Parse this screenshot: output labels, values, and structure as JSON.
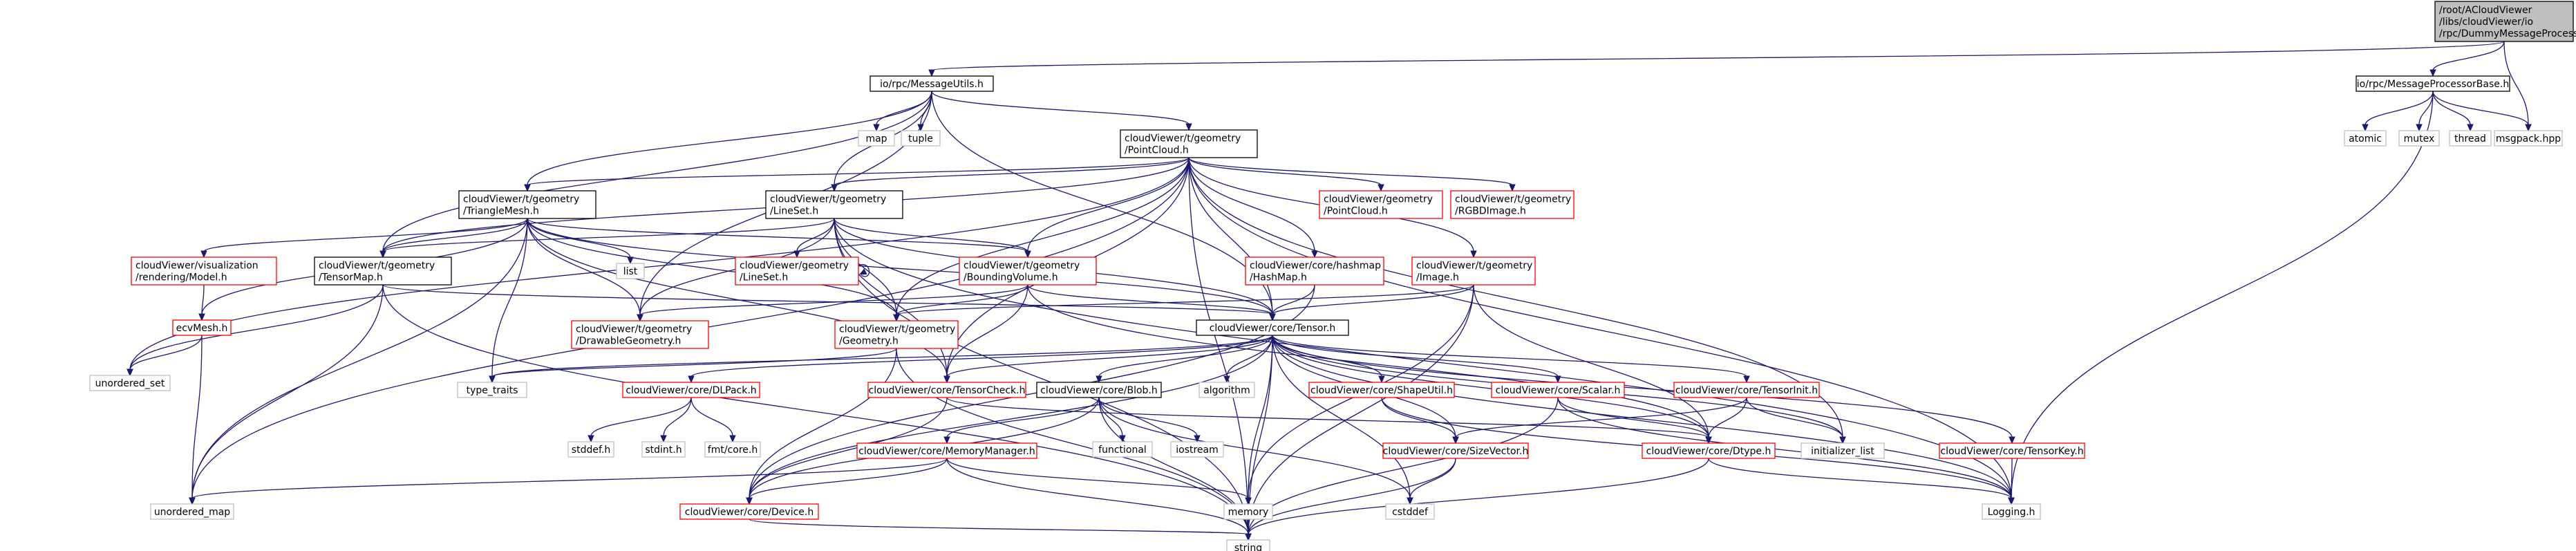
{
  "diagram": {
    "type": "include-dependency-graph",
    "edge_color": "#191970",
    "nodes": [
      {
        "id": "root",
        "label": [
          "/root/ACloudViewer",
          "/libs/cloudViewer/io",
          "/rpc/DummyMessageProcessor.h"
        ],
        "style": "root"
      },
      {
        "id": "msgutils",
        "label": [
          "io/rpc/MessageUtils.h"
        ],
        "style": "black"
      },
      {
        "id": "msgprocbase",
        "label": [
          "io/rpc/MessageProcessorBase.h"
        ],
        "style": "black"
      },
      {
        "id": "map",
        "label": [
          "map"
        ],
        "style": "gray"
      },
      {
        "id": "tuple",
        "label": [
          "tuple"
        ],
        "style": "gray"
      },
      {
        "id": "tpointcloud",
        "label": [
          "cloudViewer/t/geometry",
          "/PointCloud.h"
        ],
        "style": "black"
      },
      {
        "id": "atomic",
        "label": [
          "atomic"
        ],
        "style": "gray"
      },
      {
        "id": "mutex",
        "label": [
          "mutex"
        ],
        "style": "gray"
      },
      {
        "id": "thread",
        "label": [
          "thread"
        ],
        "style": "gray"
      },
      {
        "id": "msgpack",
        "label": [
          "msgpack.hpp"
        ],
        "style": "gray"
      },
      {
        "id": "ttrianglemesh",
        "label": [
          "cloudViewer/t/geometry",
          "/TriangleMesh.h"
        ],
        "style": "black"
      },
      {
        "id": "tlineset",
        "label": [
          "cloudViewer/t/geometry",
          "/LineSet.h"
        ],
        "style": "black"
      },
      {
        "id": "gpointcloud",
        "label": [
          "cloudViewer/geometry",
          "/PointCloud.h"
        ],
        "style": "red"
      },
      {
        "id": "trgbdimage",
        "label": [
          "cloudViewer/t/geometry",
          "/RGBDImage.h"
        ],
        "style": "red"
      },
      {
        "id": "vismodel",
        "label": [
          "cloudViewer/visualization",
          "/rendering/Model.h"
        ],
        "style": "red"
      },
      {
        "id": "ttensormap",
        "label": [
          "cloudViewer/t/geometry",
          "/TensorMap.h"
        ],
        "style": "black"
      },
      {
        "id": "list",
        "label": [
          "list"
        ],
        "style": "gray"
      },
      {
        "id": "glineset",
        "label": [
          "cloudViewer/geometry",
          "/LineSet.h"
        ],
        "style": "red"
      },
      {
        "id": "tbounding",
        "label": [
          "cloudViewer/t/geometry",
          "/BoundingVolume.h"
        ],
        "style": "red"
      },
      {
        "id": "hashmap",
        "label": [
          "cloudViewer/core/hashmap",
          "/HashMap.h"
        ],
        "style": "red"
      },
      {
        "id": "timage",
        "label": [
          "cloudViewer/t/geometry",
          "/Image.h"
        ],
        "style": "red"
      },
      {
        "id": "ecvmesh",
        "label": [
          "ecvMesh.h"
        ],
        "style": "red"
      },
      {
        "id": "tdrawable",
        "label": [
          "cloudViewer/t/geometry",
          "/DrawableGeometry.h"
        ],
        "style": "red"
      },
      {
        "id": "tgeometry",
        "label": [
          "cloudViewer/t/geometry",
          "/Geometry.h"
        ],
        "style": "red"
      },
      {
        "id": "tensor",
        "label": [
          "cloudViewer/core/Tensor.h"
        ],
        "style": "black"
      },
      {
        "id": "unordered_set",
        "label": [
          "unordered_set"
        ],
        "style": "gray"
      },
      {
        "id": "type_traits",
        "label": [
          "type_traits"
        ],
        "style": "gray"
      },
      {
        "id": "dlpack",
        "label": [
          "cloudViewer/core/DLPack.h"
        ],
        "style": "red"
      },
      {
        "id": "tensorcheck",
        "label": [
          "cloudViewer/core/TensorCheck.h"
        ],
        "style": "red"
      },
      {
        "id": "blob",
        "label": [
          "cloudViewer/core/Blob.h"
        ],
        "style": "black"
      },
      {
        "id": "algorithm",
        "label": [
          "algorithm"
        ],
        "style": "gray"
      },
      {
        "id": "shapeutil",
        "label": [
          "cloudViewer/core/ShapeUtil.h"
        ],
        "style": "red"
      },
      {
        "id": "scalar",
        "label": [
          "cloudViewer/core/Scalar.h"
        ],
        "style": "red"
      },
      {
        "id": "tensorinit",
        "label": [
          "cloudViewer/core/TensorInit.h"
        ],
        "style": "red"
      },
      {
        "id": "stddef",
        "label": [
          "stddef.h"
        ],
        "style": "gray"
      },
      {
        "id": "stdint",
        "label": [
          "stdint.h"
        ],
        "style": "gray"
      },
      {
        "id": "fmtcore",
        "label": [
          "fmt/core.h"
        ],
        "style": "gray"
      },
      {
        "id": "functional",
        "label": [
          "functional"
        ],
        "style": "gray"
      },
      {
        "id": "iostream",
        "label": [
          "iostream"
        ],
        "style": "gray"
      },
      {
        "id": "memmanager",
        "label": [
          "cloudViewer/core/MemoryManager.h"
        ],
        "style": "red"
      },
      {
        "id": "sizevector",
        "label": [
          "cloudViewer/core/SizeVector.h"
        ],
        "style": "red"
      },
      {
        "id": "dtype",
        "label": [
          "cloudViewer/core/Dtype.h"
        ],
        "style": "red"
      },
      {
        "id": "initlist",
        "label": [
          "initializer_list"
        ],
        "style": "gray"
      },
      {
        "id": "tensorkey",
        "label": [
          "cloudViewer/core/TensorKey.h"
        ],
        "style": "red"
      },
      {
        "id": "unordered_map",
        "label": [
          "unordered_map"
        ],
        "style": "gray"
      },
      {
        "id": "memory",
        "label": [
          "memory"
        ],
        "style": "gray"
      },
      {
        "id": "cstddef",
        "label": [
          "cstddef"
        ],
        "style": "gray"
      },
      {
        "id": "logging",
        "label": [
          "Logging.h"
        ],
        "style": "gray"
      },
      {
        "id": "device",
        "label": [
          "cloudViewer/core/Device.h"
        ],
        "style": "red"
      },
      {
        "id": "string",
        "label": [
          "string"
        ],
        "style": "gray"
      }
    ],
    "edges": [
      [
        "root",
        "msgutils"
      ],
      [
        "root",
        "msgprocbase"
      ],
      [
        "root",
        "msgpack"
      ],
      [
        "msgutils",
        "map"
      ],
      [
        "msgutils",
        "tuple"
      ],
      [
        "msgutils",
        "tpointcloud"
      ],
      [
        "msgutils",
        "ttrianglemesh"
      ],
      [
        "msgutils",
        "tlineset"
      ],
      [
        "msgutils",
        "ttensormap"
      ],
      [
        "msgutils",
        "tdrawable"
      ],
      [
        "msgutils",
        "tensor"
      ],
      [
        "msgprocbase",
        "atomic"
      ],
      [
        "msgprocbase",
        "mutex"
      ],
      [
        "msgprocbase",
        "thread"
      ],
      [
        "msgprocbase",
        "msgpack"
      ],
      [
        "msgprocbase",
        "logging"
      ],
      [
        "tpointcloud",
        "ttrianglemesh"
      ],
      [
        "tpointcloud",
        "tlineset"
      ],
      [
        "tpointcloud",
        "gpointcloud"
      ],
      [
        "tpointcloud",
        "trgbdimage"
      ],
      [
        "tpointcloud",
        "timage"
      ],
      [
        "tpointcloud",
        "hashmap"
      ],
      [
        "tpointcloud",
        "tbounding"
      ],
      [
        "tpointcloud",
        "ttensormap"
      ],
      [
        "tpointcloud",
        "tgeometry"
      ],
      [
        "tpointcloud",
        "tensor"
      ],
      [
        "tpointcloud",
        "tensorcheck"
      ],
      [
        "tpointcloud",
        "unordered_map"
      ],
      [
        "tpointcloud",
        "unordered_set"
      ],
      [
        "tpointcloud",
        "logging"
      ],
      [
        "tpointcloud",
        "string"
      ],
      [
        "tpointcloud",
        "initlist"
      ],
      [
        "ttrianglemesh",
        "vismodel"
      ],
      [
        "ttrianglemesh",
        "ttensormap"
      ],
      [
        "ttrianglemesh",
        "list"
      ],
      [
        "ttrianglemesh",
        "tbounding"
      ],
      [
        "ttrianglemesh",
        "tdrawable"
      ],
      [
        "ttrianglemesh",
        "tgeometry"
      ],
      [
        "ttrianglemesh",
        "tensor"
      ],
      [
        "ttrianglemesh",
        "ecvmesh"
      ],
      [
        "ttrianglemesh",
        "tensorcheck"
      ],
      [
        "ttrianglemesh",
        "type_traits"
      ],
      [
        "ttrianglemesh",
        "unordered_map"
      ],
      [
        "tlineset",
        "glineset"
      ],
      [
        "tlineset",
        "tbounding"
      ],
      [
        "tlineset",
        "ttensormap"
      ],
      [
        "tlineset",
        "tdrawable"
      ],
      [
        "tlineset",
        "tgeometry"
      ],
      [
        "tlineset",
        "tensor"
      ],
      [
        "tlineset",
        "tensorcheck"
      ],
      [
        "tlineset",
        "logging"
      ],
      [
        "tlineset",
        "string"
      ],
      [
        "glineset",
        "glineset"
      ],
      [
        "vismodel",
        "ecvmesh"
      ],
      [
        "ecvmesh",
        "unordered_set"
      ],
      [
        "ecvmesh",
        "unordered_map"
      ],
      [
        "ttensormap",
        "tensor"
      ],
      [
        "ttensormap",
        "unordered_set"
      ],
      [
        "ttensormap",
        "unordered_map"
      ],
      [
        "ttensormap",
        "string"
      ],
      [
        "tbounding",
        "tdrawable"
      ],
      [
        "tbounding",
        "tgeometry"
      ],
      [
        "tbounding",
        "tensor"
      ],
      [
        "tbounding",
        "tensorcheck"
      ],
      [
        "tbounding",
        "dtype"
      ],
      [
        "hashmap",
        "tensor"
      ],
      [
        "hashmap",
        "device"
      ],
      [
        "timage",
        "tgeometry"
      ],
      [
        "timage",
        "tensor"
      ],
      [
        "timage",
        "memory"
      ],
      [
        "timage",
        "dtype"
      ],
      [
        "timage",
        "string"
      ],
      [
        "tgeometry",
        "device"
      ],
      [
        "tgeometry",
        "string"
      ],
      [
        "tgeometry",
        "type_traits"
      ],
      [
        "tensor",
        "type_traits"
      ],
      [
        "tensor",
        "dlpack"
      ],
      [
        "tensor",
        "tensorcheck"
      ],
      [
        "tensor",
        "blob"
      ],
      [
        "tensor",
        "algorithm"
      ],
      [
        "tensor",
        "shapeutil"
      ],
      [
        "tensor",
        "scalar"
      ],
      [
        "tensor",
        "tensorinit"
      ],
      [
        "tensor",
        "tensorkey"
      ],
      [
        "tensor",
        "sizevector"
      ],
      [
        "tensor",
        "dtype"
      ],
      [
        "tensor",
        "device"
      ],
      [
        "tensor",
        "memory"
      ],
      [
        "tensor",
        "cstddef"
      ],
      [
        "tensor",
        "logging"
      ],
      [
        "tensor",
        "string"
      ],
      [
        "tensor",
        "initlist"
      ],
      [
        "dlpack",
        "stddef"
      ],
      [
        "dlpack",
        "stdint"
      ],
      [
        "dlpack",
        "fmtcore"
      ],
      [
        "tensorcheck",
        "dtype"
      ],
      [
        "tensorcheck",
        "device"
      ],
      [
        "blob",
        "functional"
      ],
      [
        "blob",
        "iostream"
      ],
      [
        "blob",
        "memmanager"
      ],
      [
        "blob",
        "device"
      ],
      [
        "blob",
        "cstddef"
      ],
      [
        "blob",
        "string"
      ],
      [
        "memmanager",
        "unordered_map"
      ],
      [
        "memmanager",
        "memory"
      ],
      [
        "memmanager",
        "device"
      ],
      [
        "memmanager",
        "string"
      ],
      [
        "shapeutil",
        "sizevector"
      ],
      [
        "shapeutil",
        "logging"
      ],
      [
        "scalar",
        "dtype"
      ],
      [
        "scalar",
        "logging"
      ],
      [
        "scalar",
        "string"
      ],
      [
        "tensorinit",
        "initlist"
      ],
      [
        "tensorinit",
        "sizevector"
      ],
      [
        "tensorinit",
        "dtype"
      ],
      [
        "sizevector",
        "cstddef"
      ],
      [
        "sizevector",
        "string"
      ],
      [
        "dtype",
        "logging"
      ],
      [
        "dtype",
        "string"
      ],
      [
        "tensorkey",
        "logging"
      ],
      [
        "device",
        "string"
      ]
    ]
  }
}
